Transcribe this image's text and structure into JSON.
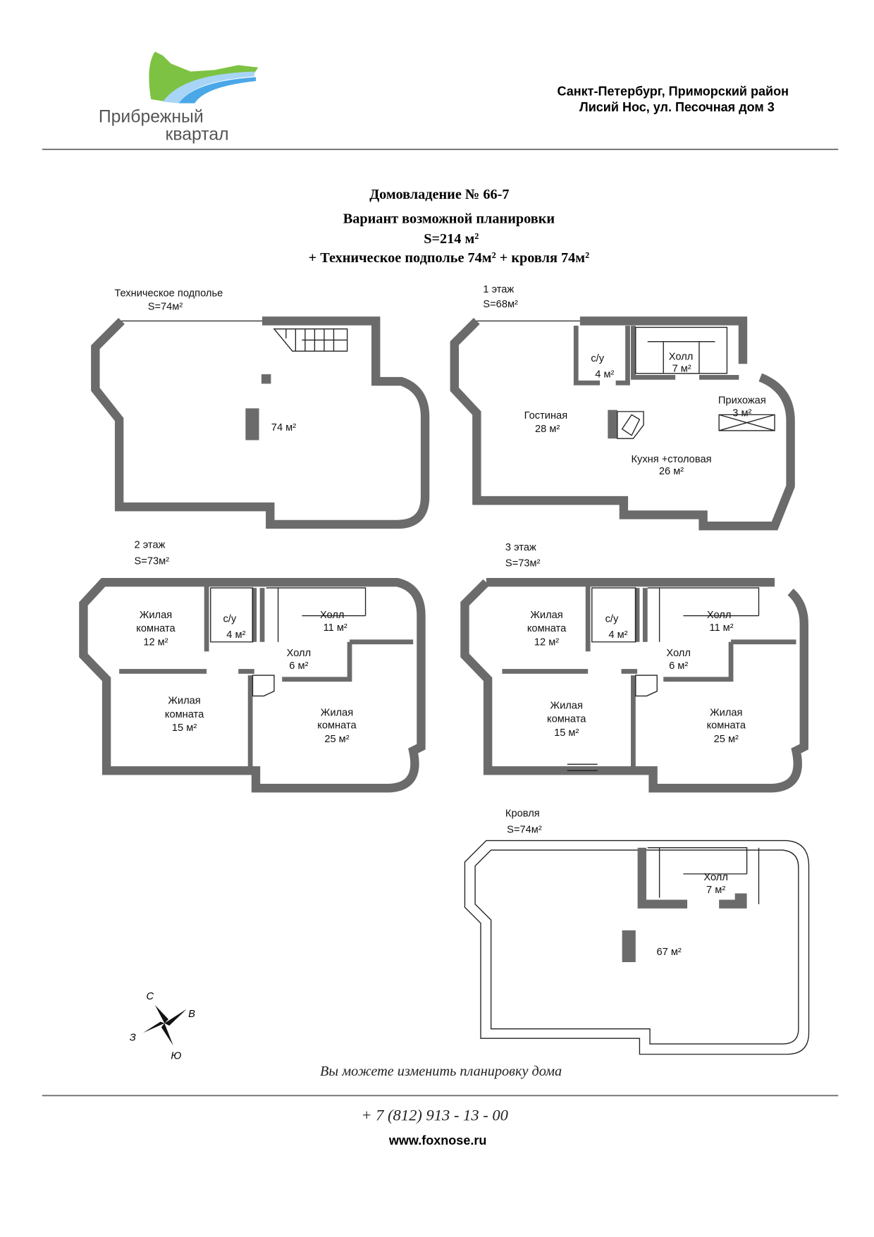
{
  "header": {
    "logo_line1": "Прибрежный",
    "logo_line2": "квартал",
    "address_line1": "Санкт-Петербург, Приморский район",
    "address_line2": "Лисий Нос, ул. Песочная дом 3",
    "colors": {
      "green": "#7dc242",
      "blue": "#4aa8e8",
      "gray_text": "#555555"
    }
  },
  "title": {
    "line1": "Домовладение № 66-7",
    "line2": "Вариант возможной планировки",
    "line3": "S=214 м²",
    "line4": "+ Техническое подполье 74м² + кровля 74м²"
  },
  "plans": {
    "basement": {
      "name": "Техническое подполье",
      "area": "S=74м²",
      "room_area": "74 м²"
    },
    "floor1": {
      "name": "1 этаж",
      "area": "S=68м²",
      "bath": {
        "name": "с/у",
        "area": "4 м²"
      },
      "hall": {
        "name": "Холл",
        "area": "7 м²"
      },
      "entry": {
        "name": "Прихожая",
        "area": "3 м²"
      },
      "living": {
        "name": "Гостиная",
        "area": "28 м²"
      },
      "kitchen": {
        "name": "Кухня +столовая",
        "area": "26 м²"
      }
    },
    "floor2": {
      "name": "2 этаж",
      "area": "S=73м²",
      "room12": {
        "name1": "Жилая",
        "name2": "комната",
        "area": "12 м²"
      },
      "bath": {
        "name": "с/у",
        "area": "4 м²"
      },
      "hall11": {
        "name": "Холл",
        "area": "11 м²"
      },
      "hall6": {
        "name": "Холл",
        "area": "6 м²"
      },
      "room15": {
        "name1": "Жилая",
        "name2": "комната",
        "area": "15 м²"
      },
      "room25": {
        "name1": "Жилая",
        "name2": "комната",
        "area": "25 м²"
      }
    },
    "floor3": {
      "name": "3 этаж",
      "area": "S=73м²",
      "room12": {
        "name1": "Жилая",
        "name2": "комната",
        "area": "12 м²"
      },
      "bath": {
        "name": "с/у",
        "area": "4 м²"
      },
      "hall11": {
        "name": "Холл",
        "area": "11 м²"
      },
      "hall6": {
        "name": "Холл",
        "area": "6 м²"
      },
      "room15": {
        "name1": "Жилая",
        "name2": "комната",
        "area": "15 м²"
      },
      "room25": {
        "name1": "Жилая",
        "name2": "комната",
        "area": "25 м²"
      }
    },
    "roof": {
      "name": "Кровля",
      "area": "S=74м²",
      "hall": {
        "name": "Холл",
        "area": "7 м²"
      },
      "room_area": "67 м²"
    }
  },
  "compass": {
    "north": "С",
    "east": "В",
    "west": "З",
    "south": "Ю"
  },
  "footer": {
    "note": "Вы можете изменить планировку дома",
    "phone": "+ 7 (812) 913 - 13 - 00",
    "website": "www.foxnose.ru"
  }
}
